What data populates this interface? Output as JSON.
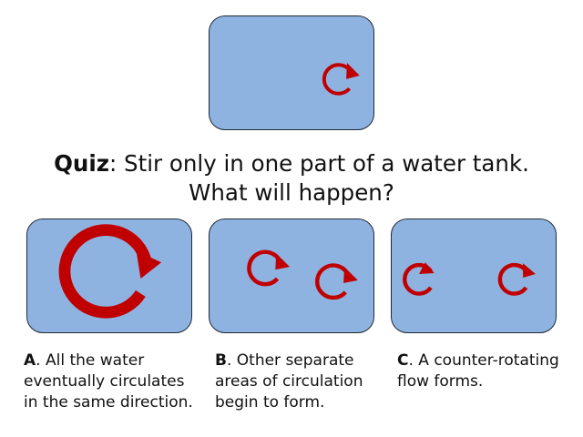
{
  "quiz": {
    "label": "Quiz",
    "question_line1": ": Stir only in one part of a water tank.",
    "question_line2": "What will happen?"
  },
  "options": [
    {
      "letter": "A",
      "lines": [
        ".  All the water",
        "eventually circulates",
        "in the same direction."
      ]
    },
    {
      "letter": "B",
      "lines": [
        ".  Other separate",
        "areas of circulation",
        "begin to form."
      ]
    },
    {
      "letter": "C",
      "lines": [
        ".  A counter-rotating",
        "flow forms."
      ]
    }
  ],
  "colors": {
    "water": "#8fb3e0",
    "tank_border": "#1f2a36",
    "arrow": "#c00000"
  },
  "icons": {
    "circulation_arrow": "circular-arrow-icon"
  }
}
